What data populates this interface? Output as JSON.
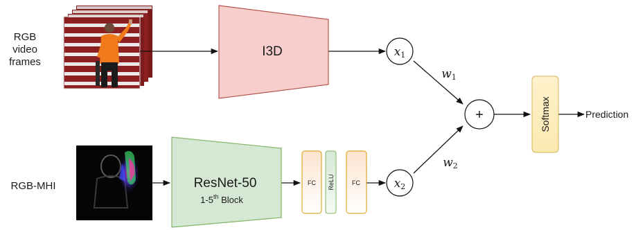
{
  "inputs": {
    "rgb_label_lines": [
      "RGB",
      "video",
      "frames"
    ],
    "mhi_label": "RGB-MHI"
  },
  "blocks": {
    "i3d": "I3D",
    "resnet_title": "ResNet-50",
    "resnet_sub_prefix": "1-5",
    "resnet_sub_sup": "th",
    "resnet_sub_suffix": " Block",
    "fc1": "FC",
    "relu": "ReLU",
    "fc2": "FC",
    "softmax": "Softmax"
  },
  "nodes": {
    "x1_var": "x",
    "x1_sub": "1",
    "x2_var": "x",
    "x2_sub": "2",
    "sum": "+"
  },
  "weights": {
    "w1_var": "w",
    "w1_sub": "1",
    "w2_var": "w",
    "w2_sub": "2"
  },
  "output": "Prediction",
  "colors": {
    "i3d_fill": "#f8cecc",
    "i3d_stroke": "#b85450",
    "resnet_fill": "#d5e8d4",
    "resnet_stroke": "#82b366",
    "fc_fill": "#fde4cf",
    "fc_stroke": "#d79b00",
    "relu_fill": "#d5e8d4",
    "relu_stroke": "#82b366",
    "softmax_fill": "#fff2cc",
    "softmax_stroke": "#d6b656"
  }
}
